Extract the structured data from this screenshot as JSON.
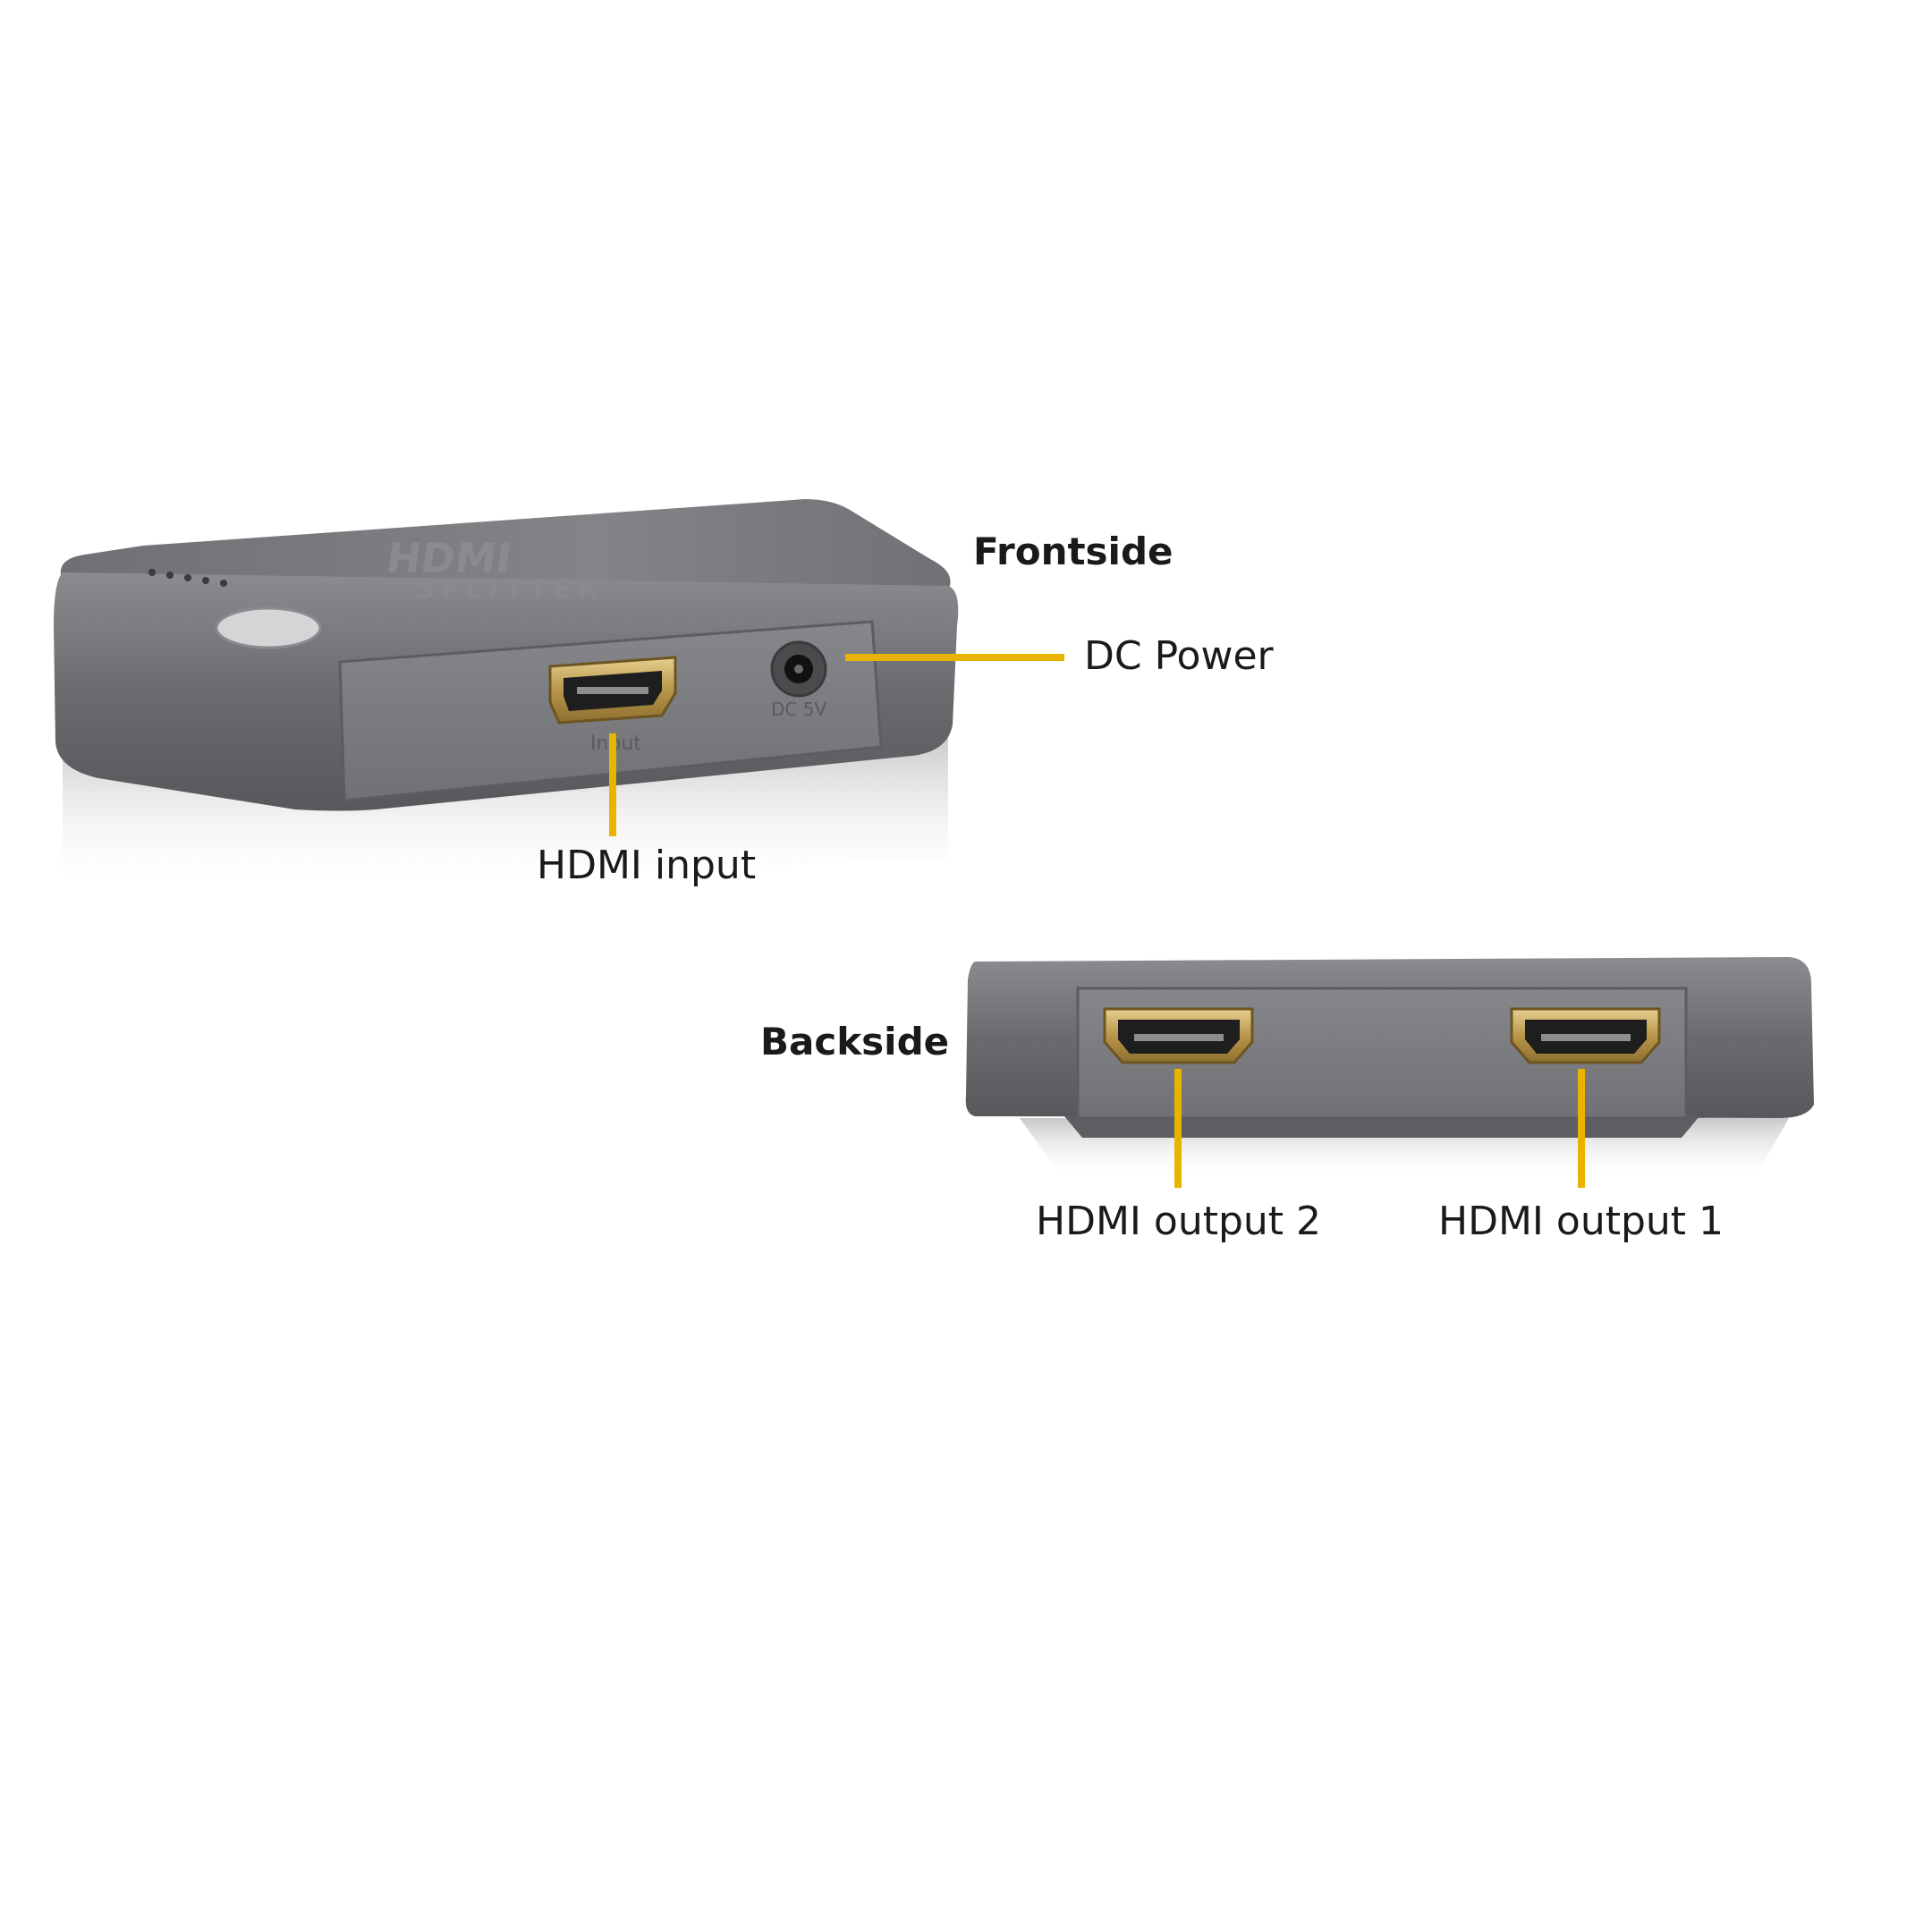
{
  "labels": {
    "frontside": "Frontside",
    "dc_power": "DC Power",
    "hdmi_input": "HDMI input",
    "backside": "Backside",
    "hdmi_output_2": "HDMI output 2",
    "hdmi_output_1": "HDMI output 1"
  },
  "device_markings": {
    "top_logo": "HDMI",
    "top_sub": "SPLITTER",
    "port_input": "Input",
    "dc_rating": "DC 5V"
  },
  "colors": {
    "callout_line": "#e8b400",
    "device_body": "#6e6f71",
    "device_top": "#7c7d80",
    "port_gold": "#c9a95a",
    "text": "#1a1a1a"
  }
}
